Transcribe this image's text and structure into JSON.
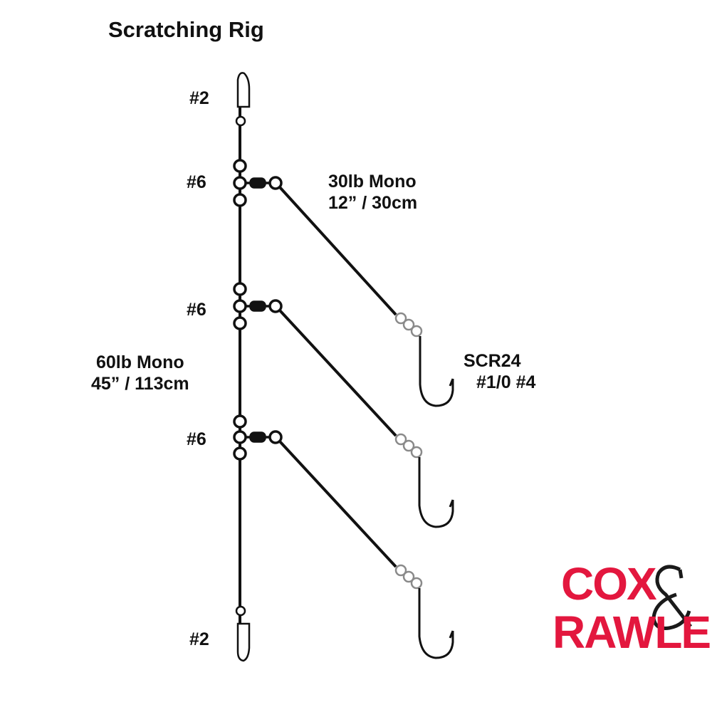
{
  "title": "Scratching Rig",
  "labels": {
    "top_clip_size": "#2",
    "swivel_1_size": "#6",
    "swivel_2_size": "#6",
    "swivel_3_size": "#6",
    "bottom_clip_size": "#2",
    "snood_line": "30lb Mono",
    "snood_length": "12” / 30cm",
    "main_line": "60lb Mono",
    "main_length": "45” / 113cm",
    "hook_model": "SCR24",
    "hook_sizes": "#1/0 #4"
  },
  "brand": {
    "line1": "COX",
    "ampersand": "&",
    "line2": "RAWLE",
    "color": "#e3173e",
    "ampersand_color": "#1a1a1a"
  },
  "colors": {
    "line": "#111111",
    "bead_stroke": "#8a8a8a",
    "background": "#ffffff"
  }
}
